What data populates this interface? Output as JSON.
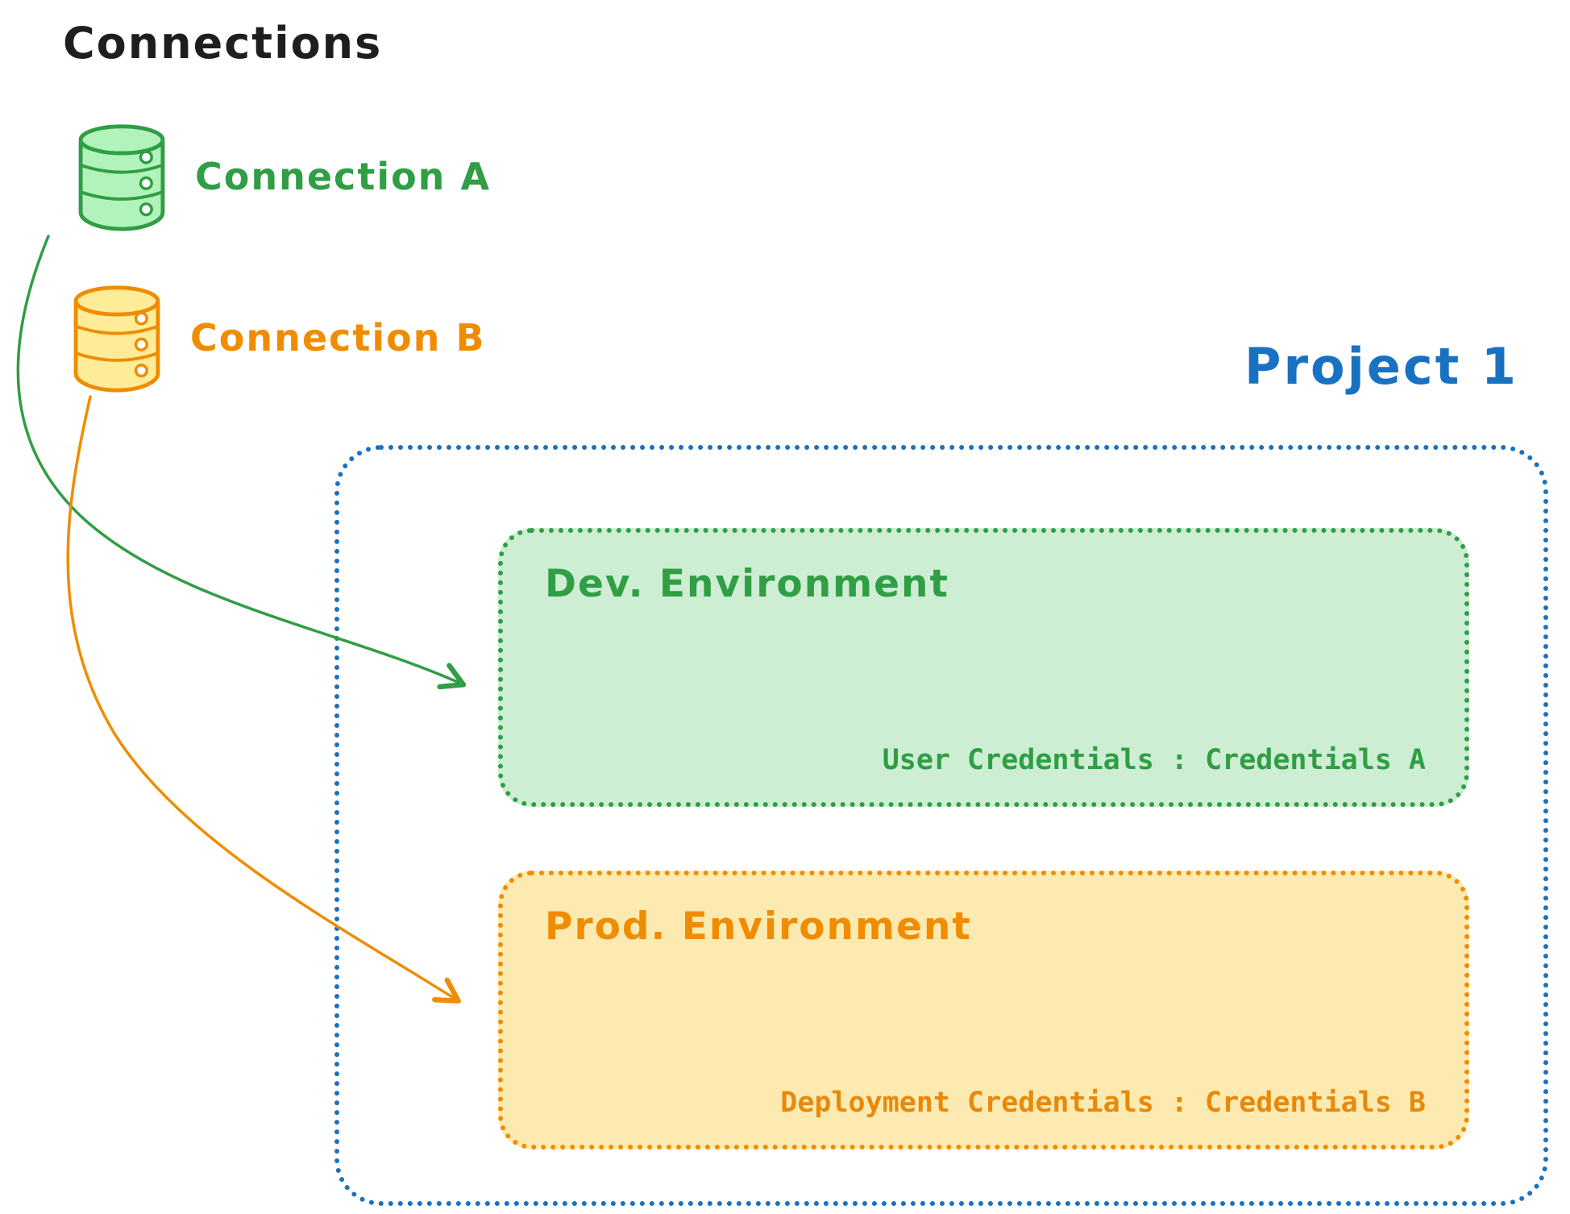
{
  "title": "Connections",
  "connections": [
    {
      "label": "Connection A",
      "color": "#2f9e44"
    },
    {
      "label": "Connection B",
      "color": "#f08c00"
    }
  ],
  "project": {
    "label": "Project 1",
    "color": "#1971c2",
    "environments": [
      {
        "name": "Dev. Environment",
        "credentials": "User Credentials : Credentials A",
        "color": "#2f9e44",
        "fill": "#cdeed3"
      },
      {
        "name": "Prod. Environment",
        "credentials": "Deployment Credentials : Credentials B",
        "color": "#f08c00",
        "fill": "#fdeab0"
      }
    ]
  }
}
